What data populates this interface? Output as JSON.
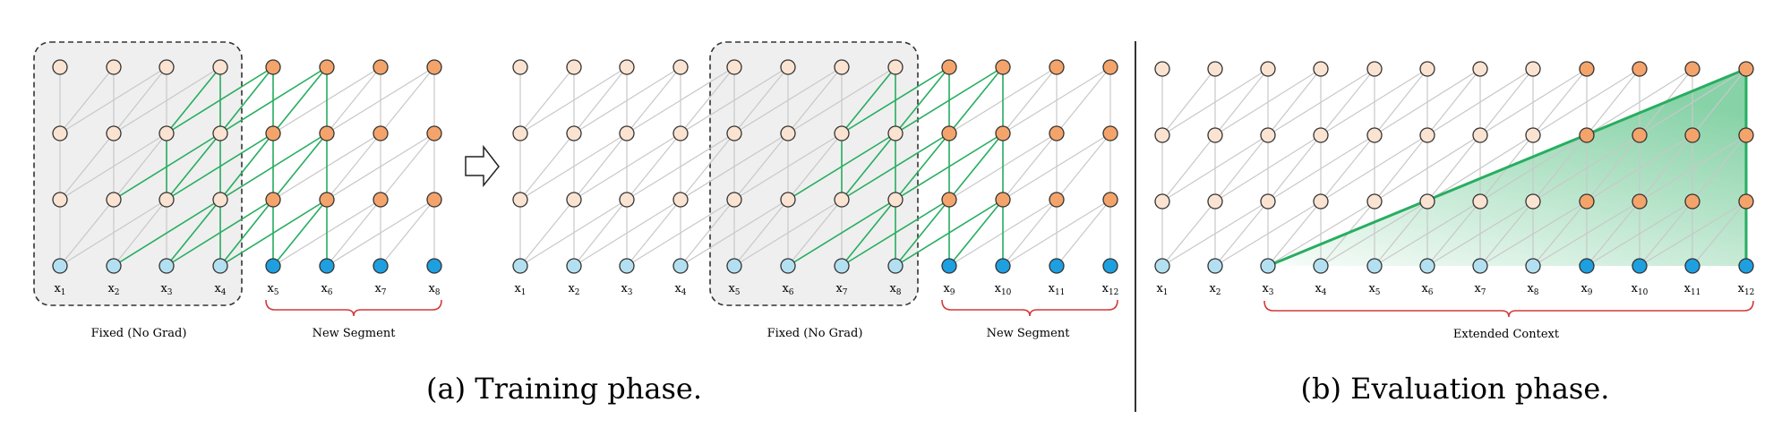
{
  "panel_a": {
    "caption": "(a) Training phase.",
    "left": {
      "tokens": [
        "x1",
        "x2",
        "x3",
        "x4",
        "x5",
        "x6",
        "x7",
        "x8"
      ],
      "fixed_label": "Fixed (No Grad)",
      "new_label": "New Segment"
    },
    "right": {
      "tokens": [
        "x1",
        "x2",
        "x3",
        "x4",
        "x5",
        "x6",
        "x7",
        "x8",
        "x9",
        "x10",
        "x11",
        "x12"
      ],
      "fixed_label": "Fixed (No Grad)",
      "new_label": "New Segment"
    }
  },
  "panel_b": {
    "caption": "(b) Evaluation phase.",
    "tokens": [
      "x1",
      "x2",
      "x3",
      "x4",
      "x5",
      "x6",
      "x7",
      "x8",
      "x9",
      "x10",
      "x11",
      "x12"
    ],
    "context_label": "Extended Context"
  },
  "colors": {
    "hidden_old": "#fbe3d2",
    "hidden_new": "#f4a46b",
    "input_old": "#b3e0f0",
    "input_new": "#1e9fe0",
    "green": "#27ae60",
    "gray_edge": "#c8c8c8",
    "fixed_box": "#efefef",
    "brace": "#d23a3a"
  }
}
